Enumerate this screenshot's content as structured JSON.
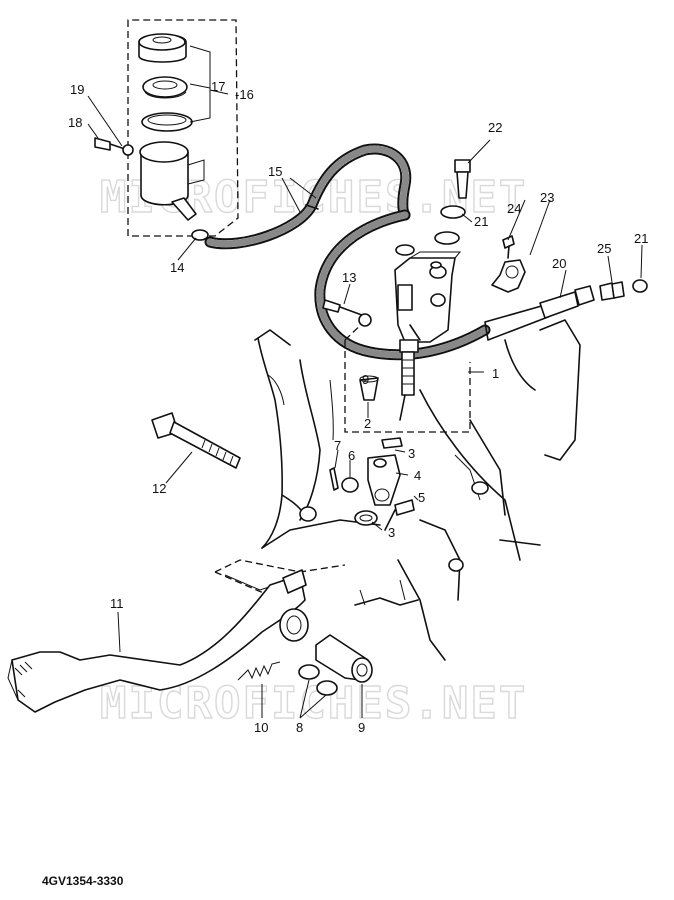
{
  "watermark": {
    "text": "MICROFICHES.NET"
  },
  "document": {
    "code": "4GV1354-3330"
  },
  "callouts": {
    "c1": "1",
    "c2": "2",
    "c3a": "3",
    "c3b": "3",
    "c4": "4",
    "c5": "5",
    "c6": "6",
    "c7": "7",
    "c8": "8",
    "c9a": "9",
    "c9b": "9",
    "c10": "10",
    "c11": "11",
    "c12": "12",
    "c13": "13",
    "c14": "14",
    "c15": "15",
    "c16": "16",
    "c17": "17",
    "c18": "18",
    "c19": "19",
    "c20": "20",
    "c21a": "21",
    "c21b": "21",
    "c22": "22",
    "c23": "23",
    "c24": "24",
    "c25": "25"
  }
}
